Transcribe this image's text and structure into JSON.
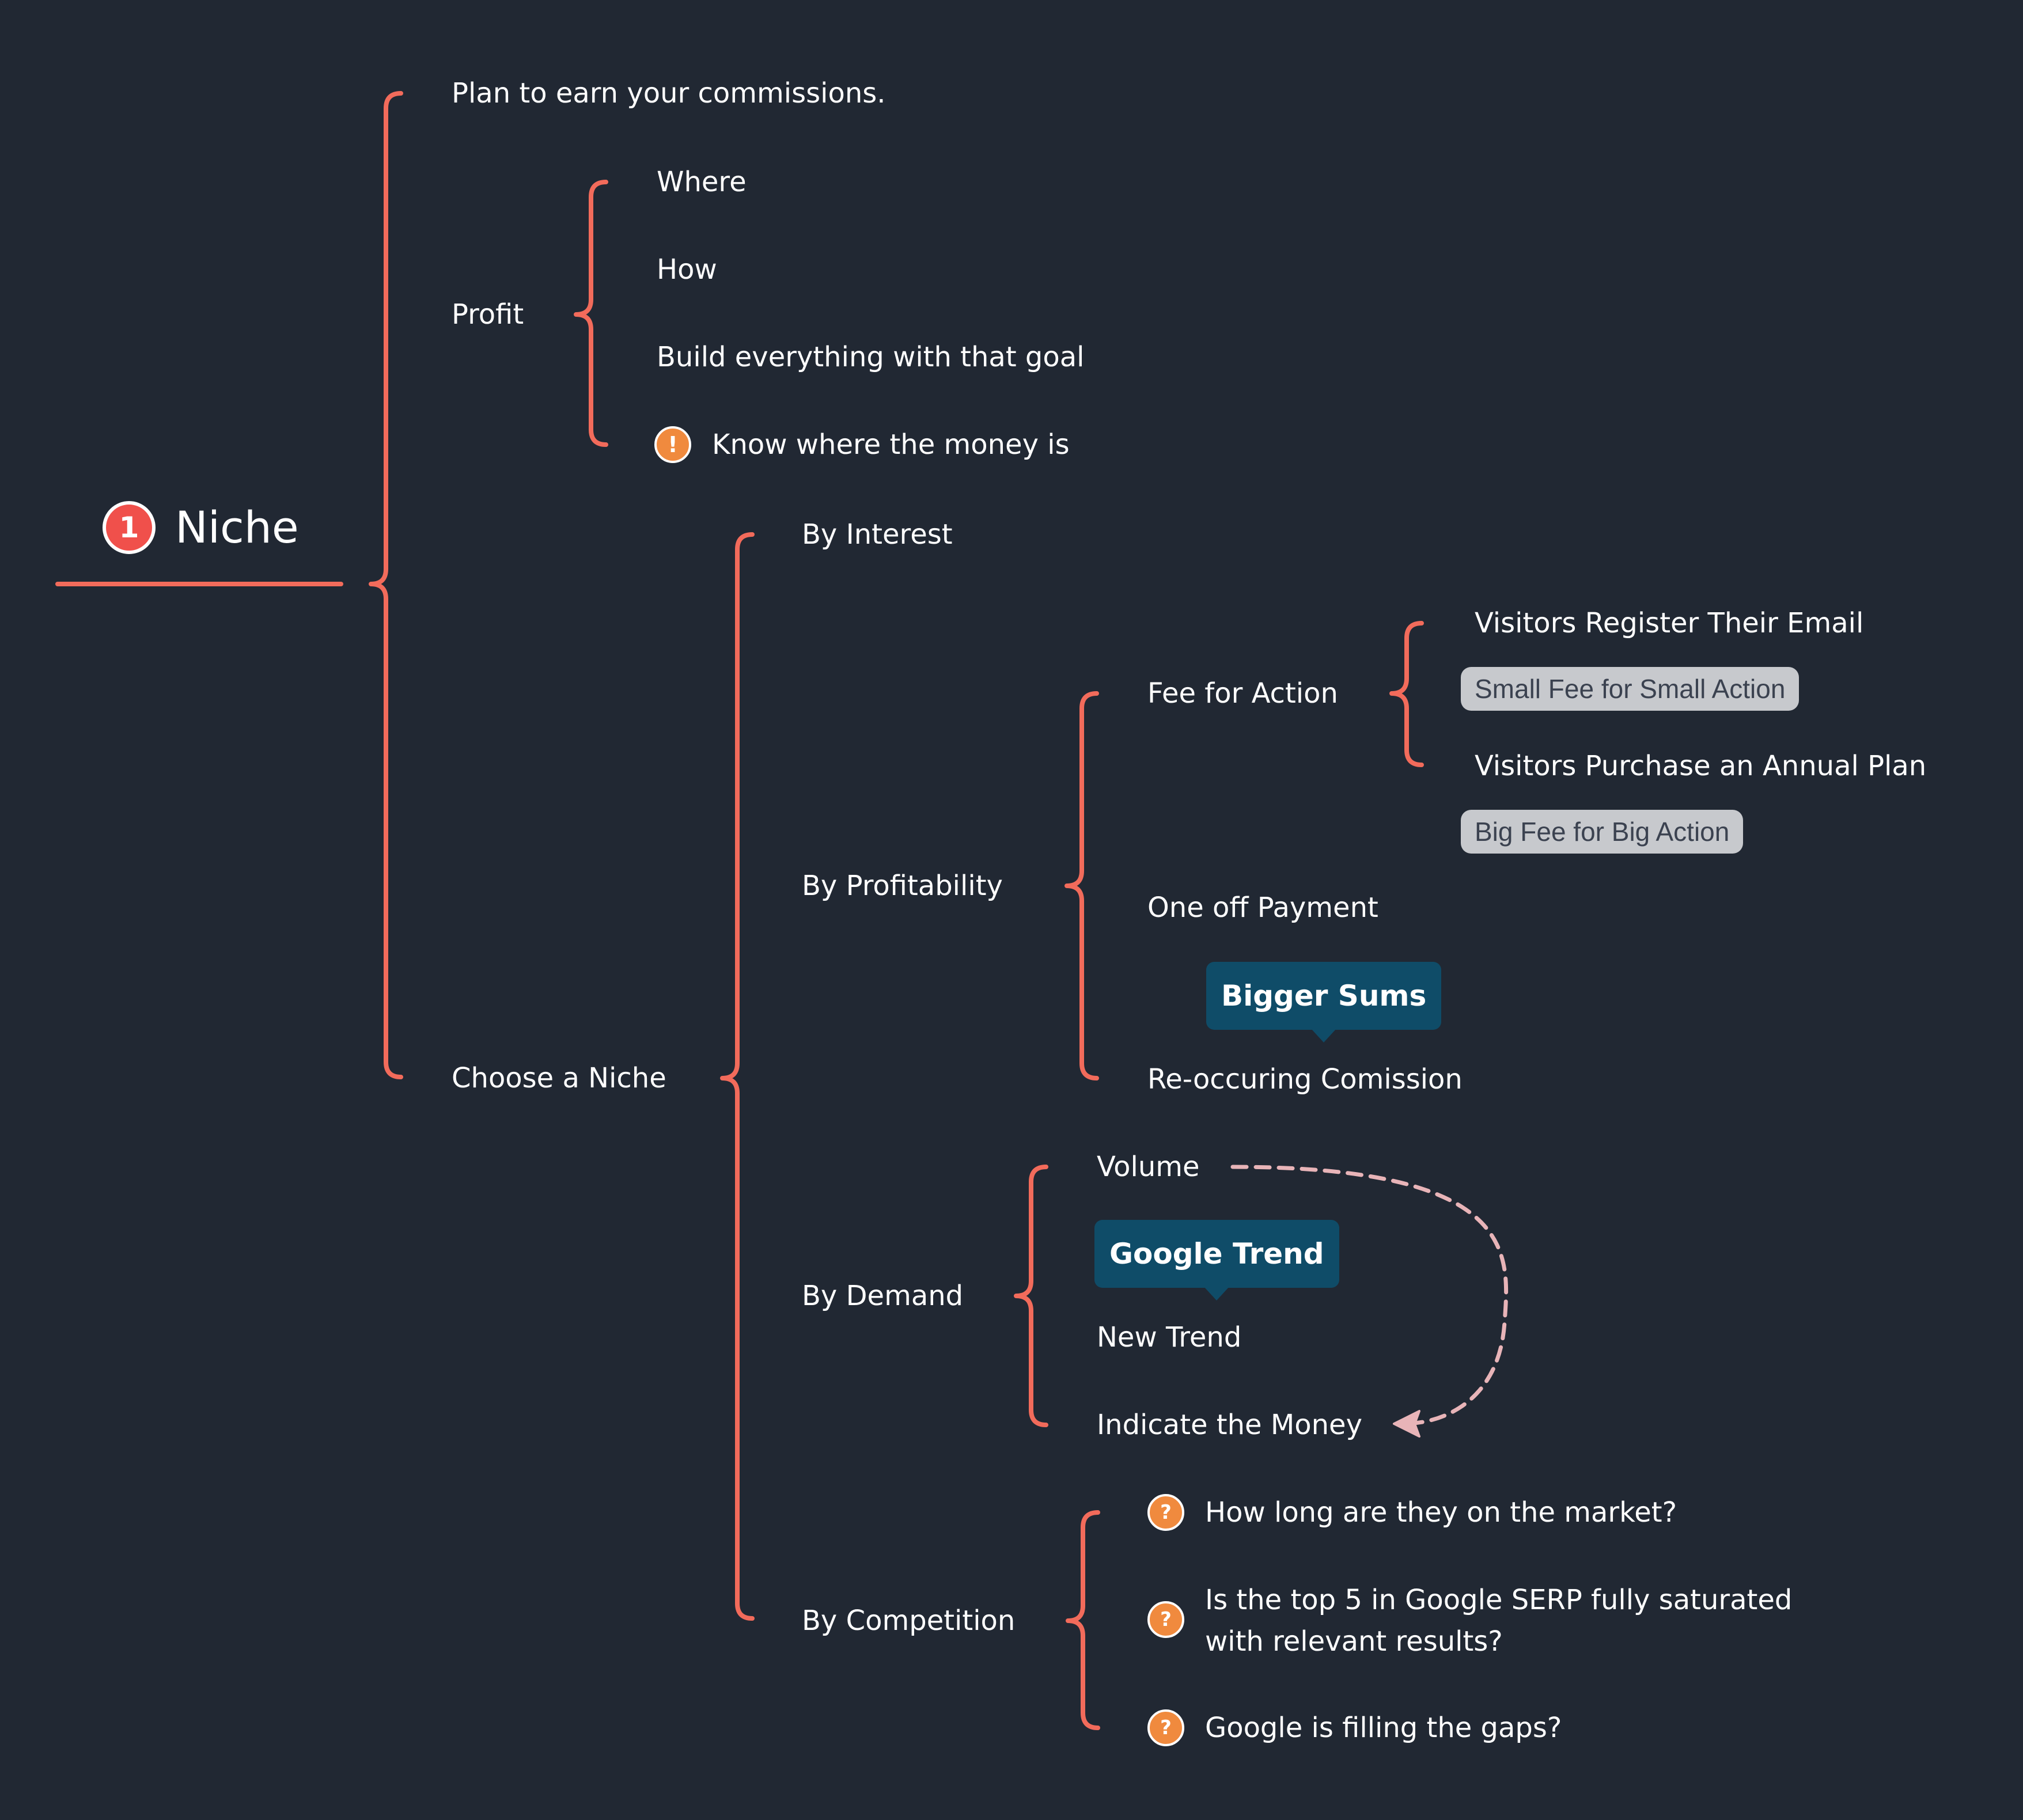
{
  "root": {
    "label": "Niche",
    "marker": "1"
  },
  "nodes": {
    "plan": "Plan to earn your commissions.",
    "profit": "Profit",
    "where": "Where",
    "how": "How",
    "build": "Build everything with that goal",
    "know_money": "Know where the money is",
    "choose_niche": "Choose a Niche",
    "by_interest": "By Interest",
    "by_profitability": "By Profitability",
    "fee_for_action": "Fee for Action",
    "visitors_register": "Visitors Register Their Email",
    "visitors_purchase": "Visitors Purchase an Annual Plan",
    "one_off": "One off Payment",
    "reoccuring": "Re-occuring Comission",
    "by_demand": "By Demand",
    "volume": "Volume",
    "new_trend": "New Trend",
    "indicate_money": "Indicate the Money",
    "by_competition": "By Competition",
    "q_market": "How long are they on the market?",
    "q_serp_line1": "Is the top 5 in Google SERP fully saturated",
    "q_serp_line2": "with relevant results?",
    "q_gaps": "Google is filling the gaps?"
  },
  "labels": {
    "small_fee": "Small Fee for Small Action",
    "big_fee": "Big Fee for Big Action"
  },
  "callouts": {
    "bigger_sums": "Bigger Sums",
    "google_trend": "Google Trend"
  },
  "markers": {
    "warning": "!",
    "question": "?"
  },
  "colors": {
    "background": "#212833",
    "branch": "#f26b5b",
    "text": "#ffffff",
    "callout_bg": "#0f4c68",
    "label_bg": "#c7c9cd",
    "label_text": "#3b4250",
    "marker_orange": "#f08a3e",
    "root_marker": "#f0504b",
    "relationship": "#e8b4b8"
  }
}
